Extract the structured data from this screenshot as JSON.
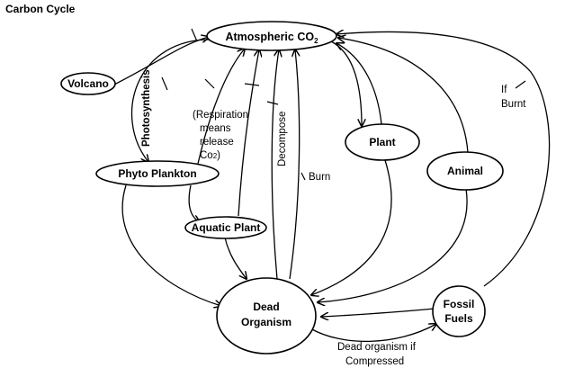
{
  "title": "Carbon Cycle",
  "nodes": {
    "atmosphere": {
      "label": "Atmospheric CO",
      "subscript": "2"
    },
    "volcano": {
      "label": "Volcano"
    },
    "phyto_plankton": {
      "label": "Phyto Plankton"
    },
    "aquatic_plant": {
      "label": "Aquatic Plant"
    },
    "plant": {
      "label": "Plant"
    },
    "animal": {
      "label": "Animal"
    },
    "dead_organism": {
      "line1": "Dead",
      "line2": "Organism"
    },
    "fossil_fuels": {
      "line1": "Fossil",
      "line2": "Fuels"
    }
  },
  "edge_labels": {
    "photosynthesis": "Photosynthesis",
    "respiration": [
      "(Respiration",
      "means",
      "release",
      "Co",
      "2",
      ")"
    ],
    "decompose": "Decompose",
    "burn": "Burn",
    "if_burnt": [
      "If",
      "Burnt"
    ],
    "dead_if_compressed": [
      "Dead organism if",
      "Compressed"
    ]
  }
}
